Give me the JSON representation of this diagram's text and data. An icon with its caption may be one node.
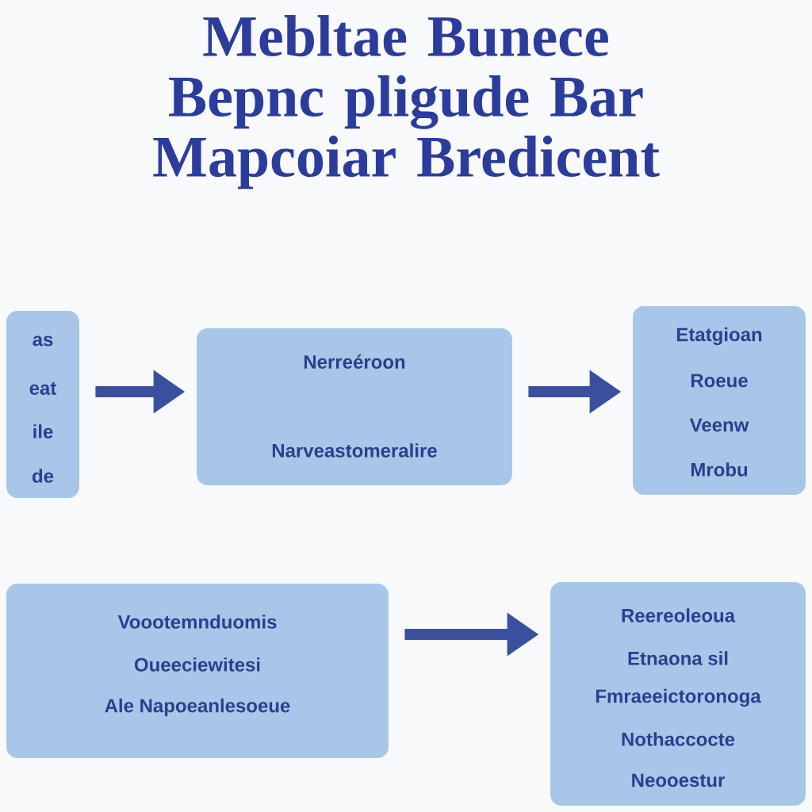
{
  "diagram": {
    "title": "Mebltae Bunece Bepnc pligude Bar Mapcoiar Bredicent",
    "nodes": [
      {
        "text": [
          "as",
          "eat",
          "ile",
          "de"
        ]
      },
      {
        "text": [
          "Nerreéroon",
          "Narveastomeralire"
        ]
      },
      {
        "text": [
          "Etatgioan",
          "Roeue",
          "Veenw",
          "Mrobu"
        ]
      },
      {
        "text": [
          "Voootemnduomis",
          "Oueeciewitesi",
          "Ale Napoeanlesoeue"
        ]
      },
      {
        "text": [
          "Reereoleoua",
          "Etnaona sil",
          "Fmraeeictoronoga",
          "Nothaccocte",
          "Neooestur"
        ]
      }
    ],
    "edges": [
      {
        "from": 0,
        "to": 1,
        "arrow": "to"
      },
      {
        "from": 1,
        "to": 2,
        "arrow": "to"
      },
      {
        "from": 3,
        "to": 4,
        "arrow": "to"
      }
    ]
  }
}
